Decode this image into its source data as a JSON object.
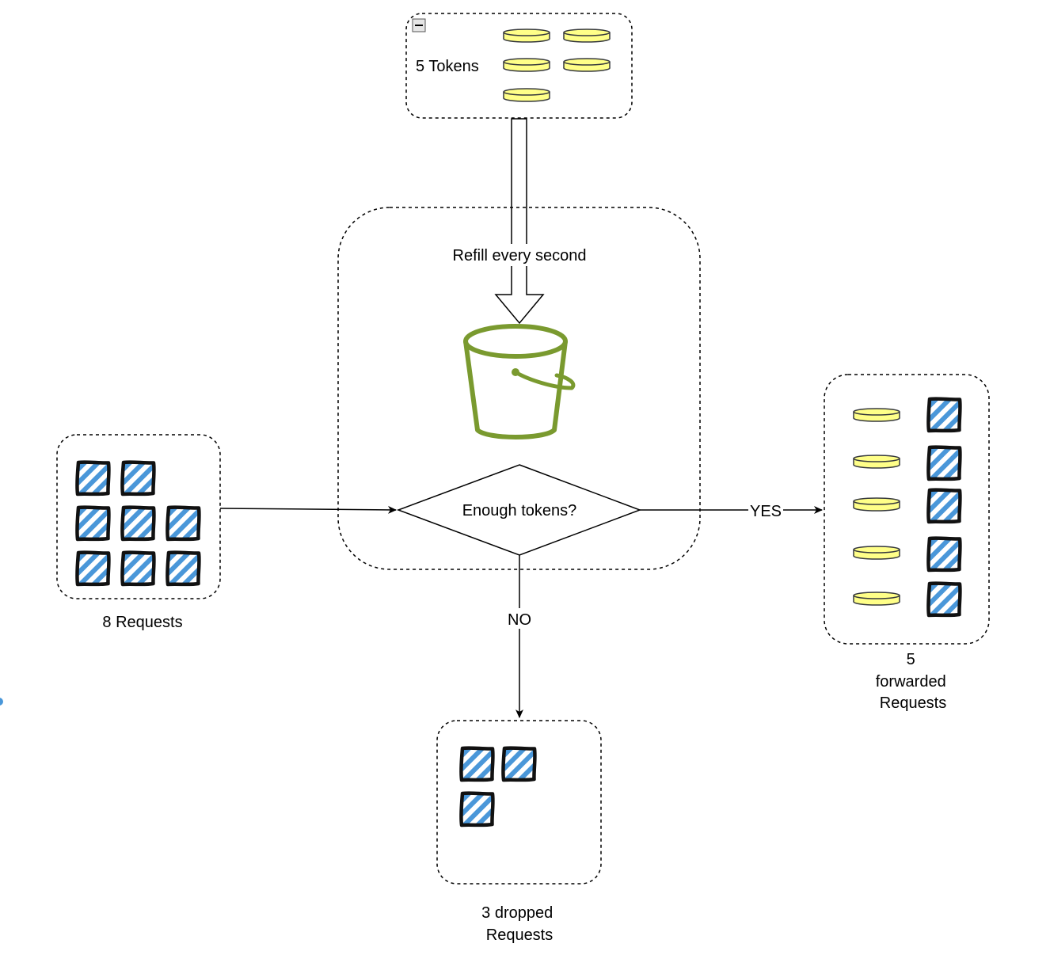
{
  "tokens_box": {
    "label": "5 Tokens",
    "token_count": 5,
    "collapse_icon": "minus-square-icon"
  },
  "refill": {
    "label": "Refill every second"
  },
  "bucket": {
    "icon": "bucket-icon",
    "color": "#7a9a2f"
  },
  "decision": {
    "label": "Enough tokens?"
  },
  "incoming": {
    "label": "8 Requests",
    "request_count": 8
  },
  "edges": {
    "yes_label": "YES",
    "no_label": "NO"
  },
  "forwarded": {
    "label_lines": [
      "5",
      "forwarded",
      "Requests"
    ],
    "request_count": 5,
    "token_count": 5
  },
  "dropped": {
    "label_lines": [
      "3 dropped",
      "Requests"
    ],
    "request_count": 3
  },
  "colors": {
    "token_fill": "#ffff88",
    "token_stroke": "#36393d",
    "request_hatch": "#4a97d9"
  }
}
